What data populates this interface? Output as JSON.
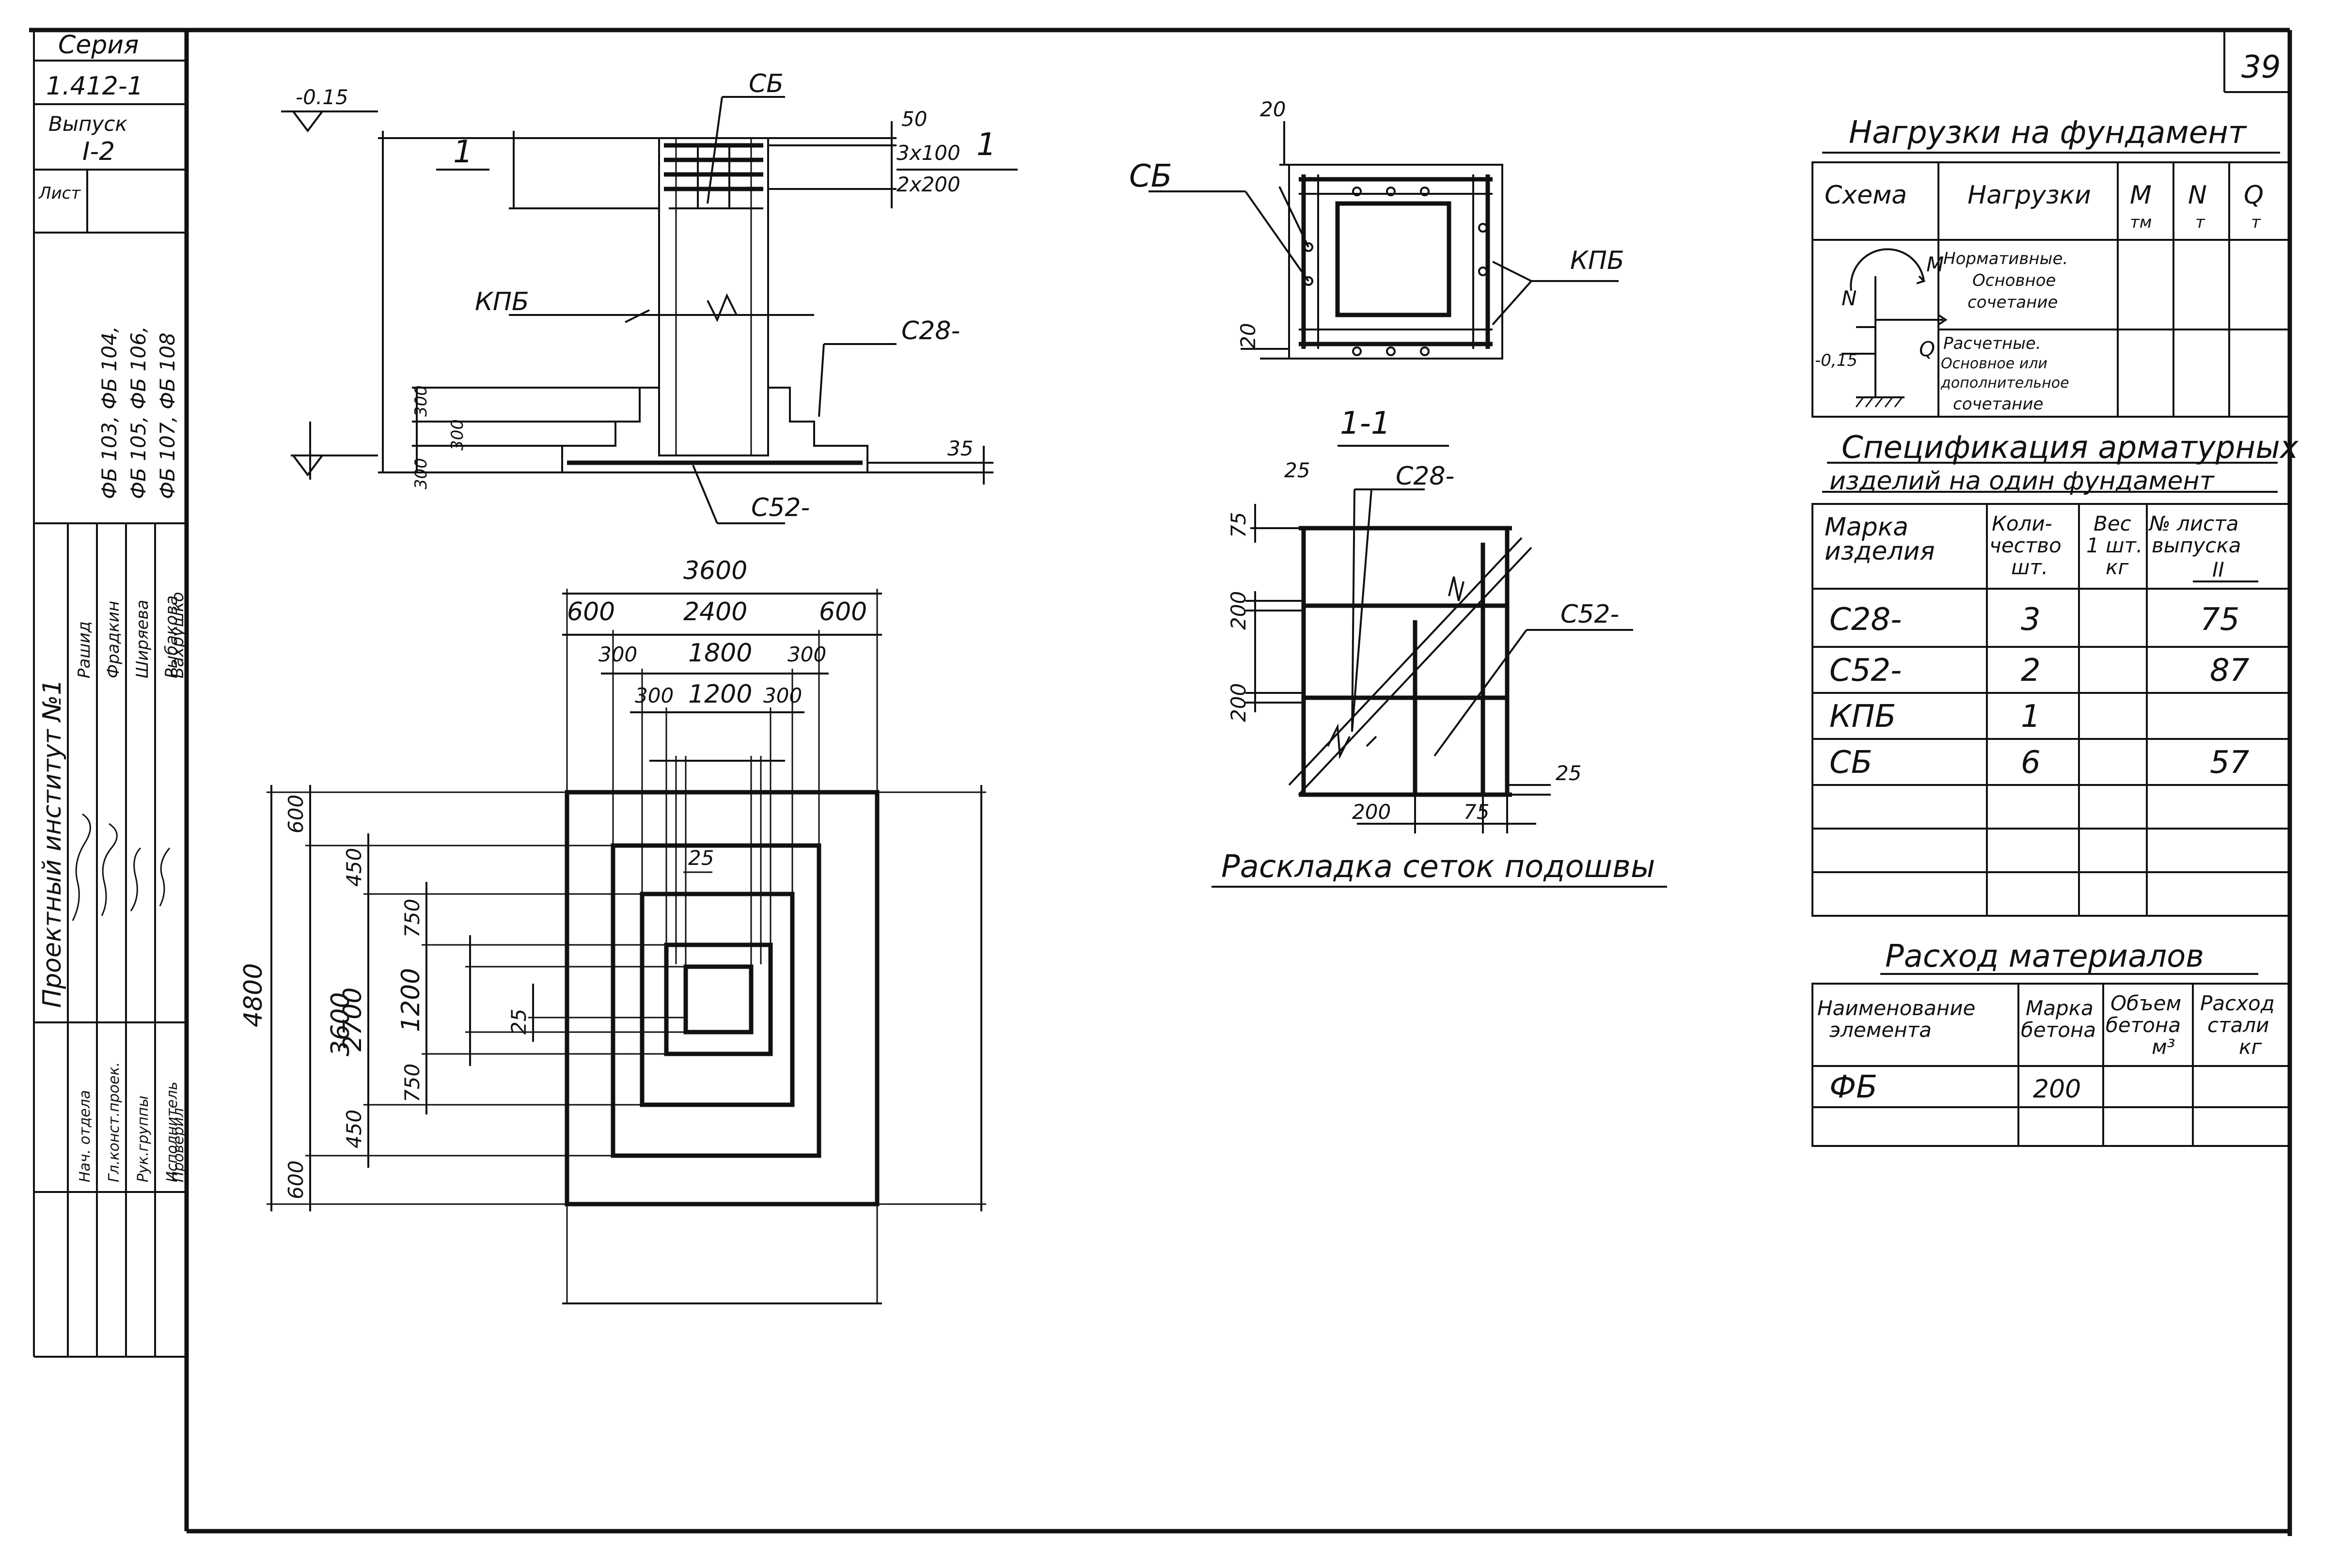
{
  "sheet_number": "39",
  "title_block": {
    "series_label": "Серия",
    "series_value": "1.412-1",
    "issue_label": "Выпуск",
    "issue_value": "I-2",
    "sheet_label": "Лист",
    "marks_line1": "ФБ 103, ФБ 104,",
    "marks_line2": "ФБ 105, ФБ 106,",
    "marks_line3": "ФБ 107, ФБ 108",
    "institute": "Проектный институт №1",
    "roles": [
      "Нач. отдела",
      "Гл.конст.проек.",
      "Рук.группы",
      "Исполнитель",
      "Проверил"
    ],
    "names": [
      "Рашид",
      "Фрадкин",
      "Ширяева",
      "Рыбакова",
      "Вахрушко"
    ]
  },
  "section_view": {
    "level_top": "-0.15",
    "label_cb": "СБ",
    "dim_50": "50",
    "dim_3x100": "3х100",
    "dim_2x200": "2х200",
    "section_mark": "1",
    "label_kpb": "КПБ",
    "label_c28": "С28-",
    "label_c52": "С52-",
    "dim_300a": "300",
    "dim_300b": "300",
    "dim_300c": "300",
    "dim_35": "35"
  },
  "plan_view": {
    "dim_3600": "3600",
    "dim_600_left": "600",
    "dim_2400": "2400",
    "dim_600_right": "600",
    "dim_300_left": "300",
    "dim_1800": "1800",
    "dim_300_right": "300",
    "dim_300_l2": "300",
    "dim_1200": "1200",
    "dim_300_r2": "300",
    "dim_25_top": "25",
    "dim_4800": "4800",
    "dim_3600_v": "3600",
    "dim_600_top": "600",
    "dim_450_top": "450",
    "dim_750_top": "750",
    "dim_2700": "2700",
    "dim_1200_v": "1200",
    "dim_750_bot": "750",
    "dim_450_bot": "450",
    "dim_600_bot": "600",
    "dim_25_left": "25"
  },
  "section_1_1": {
    "dim_20_top": "20",
    "dim_20_left": "20",
    "label_cb": "СБ",
    "label_kpb": "КПБ",
    "title": "1-1"
  },
  "mesh_layout": {
    "dim_25": "25",
    "label_c28": "С28-",
    "dim_75": "75",
    "dim_200a": "200",
    "dim_200b": "200",
    "label_c52": "С52-",
    "dim_25_right": "25",
    "dim_200_bottom": "200",
    "dim_75_bottom": "75",
    "caption": "Раскладка сеток подошвы"
  },
  "loads_table": {
    "title": "Нагрузки на фундамент",
    "headers": [
      "Схема",
      "Нагрузки",
      "М",
      "N",
      "Q"
    ],
    "units": [
      "тм",
      "т",
      "т"
    ],
    "row1": [
      "Нормативные.",
      "Основное",
      "сочетание"
    ],
    "row2": [
      "Расчетные.",
      "Основное или",
      "дополнительное",
      "сочетание"
    ],
    "schema_m": "М",
    "schema_n": "N",
    "schema_q": "Q",
    "schema_level": "-0,15"
  },
  "spec_table": {
    "title_line1": "Спецификация арматурных",
    "title_line2": "изделий на один фундамент",
    "headers": [
      [
        "Марка",
        "изделия"
      ],
      [
        "Коли-",
        "чество",
        "шт."
      ],
      [
        "Вес",
        "1 шт.",
        "кг"
      ],
      [
        "№ листа",
        "выпуска",
        "II"
      ]
    ],
    "rows": [
      {
        "mark": "С28-",
        "qty": "3",
        "weight": "",
        "sheet": "75"
      },
      {
        "mark": "С52-",
        "qty": "2",
        "weight": "",
        "sheet": "87"
      },
      {
        "mark": "КПБ",
        "qty": "1",
        "weight": "",
        "sheet": ""
      },
      {
        "mark": "СБ",
        "qty": "6",
        "weight": "",
        "sheet": "57"
      }
    ]
  },
  "materials_table": {
    "title": "Расход материалов",
    "headers": [
      [
        "Наименование",
        "элемента"
      ],
      [
        "Марка",
        "бетона"
      ],
      [
        "Объем",
        "бетона",
        "м³"
      ],
      [
        "Расход",
        "стали",
        "кг"
      ]
    ],
    "rows": [
      {
        "name": "ФБ",
        "grade": "200",
        "volume": "",
        "steel": ""
      }
    ]
  }
}
